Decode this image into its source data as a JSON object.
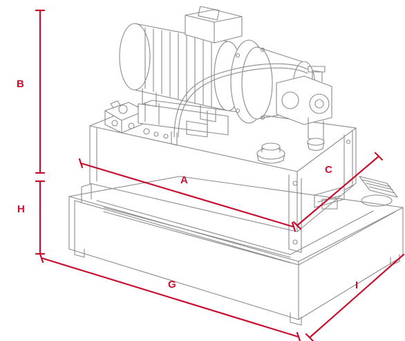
{
  "colors": {
    "dimension": "#c8102e",
    "line_art": "#8a8a8a",
    "background": "#ffffff"
  },
  "labels": {
    "A": "A",
    "B": "B",
    "C": "C",
    "G": "G",
    "H": "H",
    "I": "I"
  }
}
